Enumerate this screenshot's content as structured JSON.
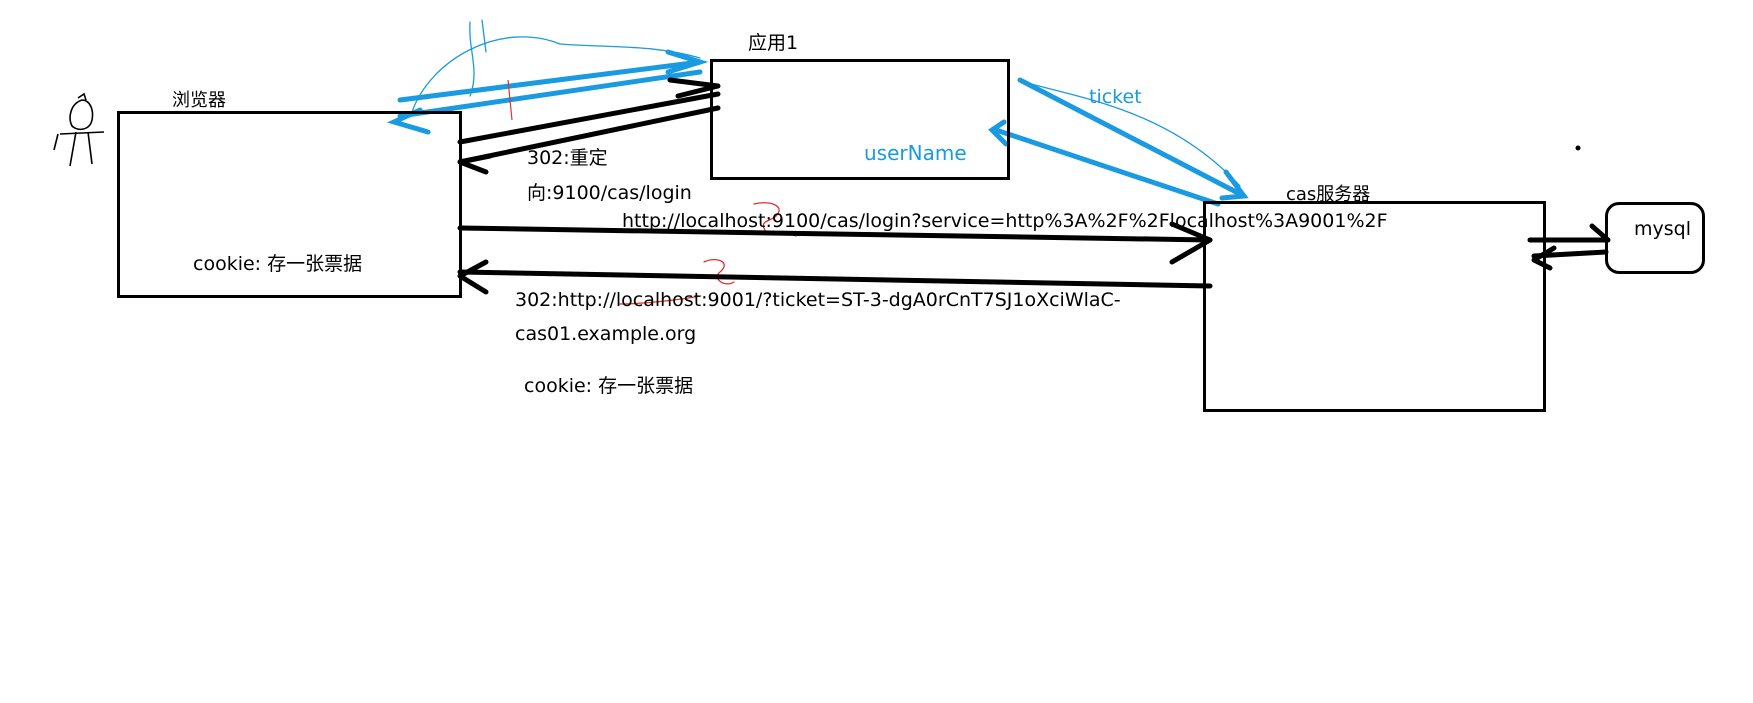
{
  "nodes": {
    "browser": {
      "title": "浏览器",
      "cookie_note": "cookie:  存一张票据"
    },
    "app1": {
      "title": "应用1",
      "inner_label": "userName"
    },
    "cas": {
      "title": "cas服务器"
    },
    "mysql": {
      "title": "mysql"
    }
  },
  "edges": {
    "redirect_login": {
      "line1": "302:重定",
      "line2": "向:9100/cas/login"
    },
    "login_url": "http://localhost:9100/cas/login?service=http%3A%2F%2Flocalhost%3A9001%2F",
    "ticket_redirect": {
      "line1": "302:http://localhost:9001/?ticket=ST-3-dgA0rCnT7SJ1oXciWlaC-",
      "line2": "cas01.example.org"
    },
    "cookie_note": "cookie:  存一张票据",
    "ticket": "ticket"
  },
  "colors": {
    "ink": "#000000",
    "annotation_blue": "#1a9ae0",
    "annotation_red": "#e03030"
  }
}
